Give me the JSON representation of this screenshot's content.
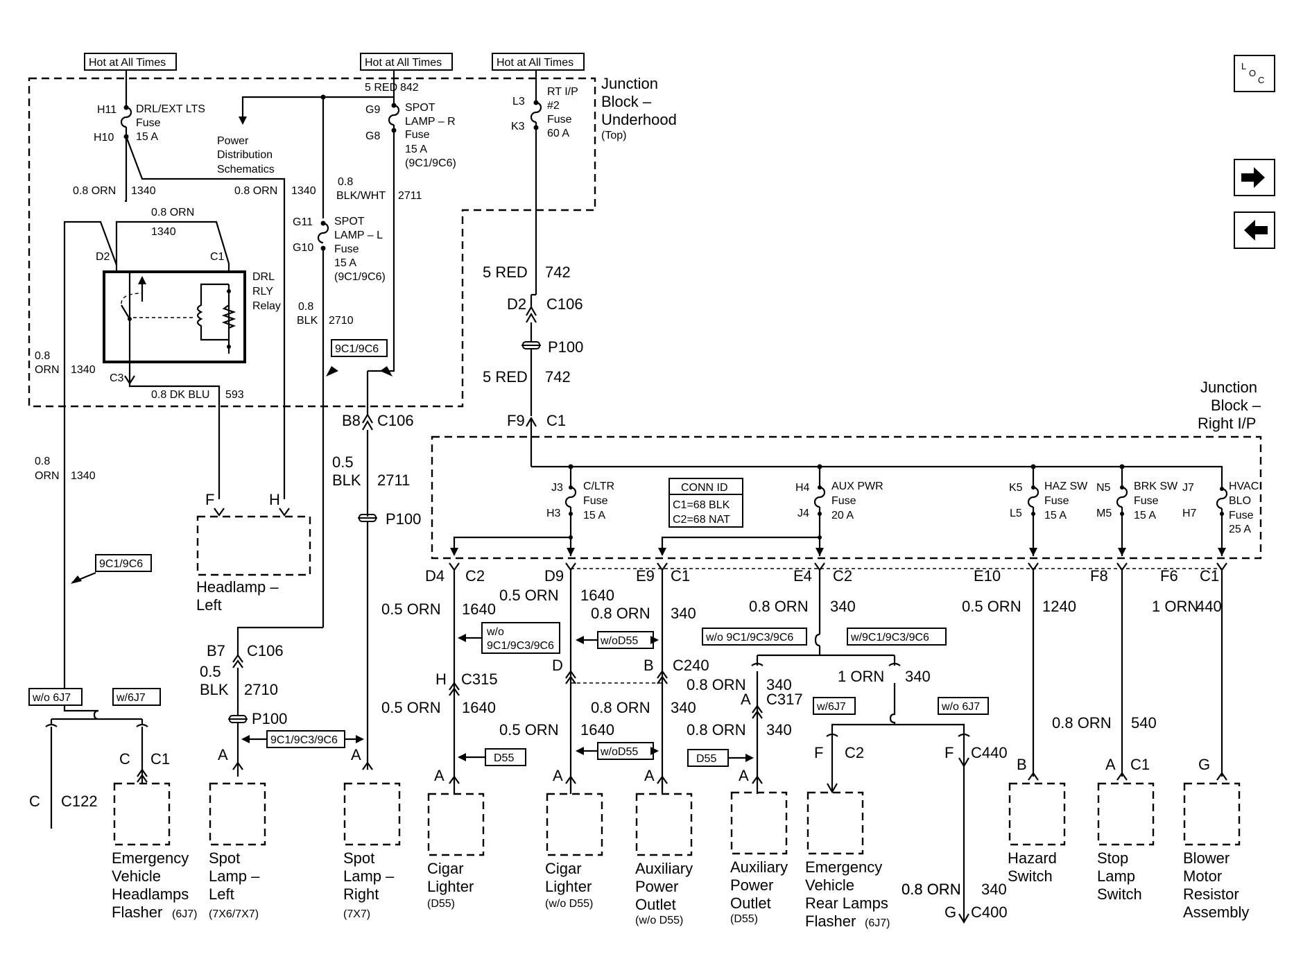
{
  "nav": {
    "loc_top": "L",
    "loc_mid": "O",
    "loc_bot": "C",
    "next_icon": "right-arrow-icon",
    "prev_icon": "left-arrow-icon"
  },
  "hot_labels": [
    "Hot at All Times",
    "Hot at All Times",
    "Hot at All Times"
  ],
  "junction_underhood": {
    "line1": "Junction",
    "line2": "Block –",
    "line3": "Underhood",
    "line4": "(Top)"
  },
  "junction_rightip": {
    "line1": "Junction",
    "line2": "Block –",
    "line3": "Right I/P"
  },
  "fuses_top": {
    "drl": {
      "pin_top": "H11",
      "pin_bot": "H10",
      "name": "DRL/EXT LTS",
      "type": "Fuse",
      "rating": "15 A"
    },
    "power_dist": {
      "line1": "Power",
      "line2": "Distribution",
      "line3": "Schematics"
    },
    "spot_r": {
      "wire_gauge": "5 RED",
      "wire_circuit": "842",
      "pin_top": "G9",
      "pin_bot": "G8",
      "line1": "SPOT",
      "line2": "LAMP – R",
      "type": "Fuse",
      "rating": "15 A",
      "option": "(9C1/9C6)"
    },
    "rt_ip": {
      "pin_top": "L3",
      "pin_bot": "K3",
      "line1": "RT I/P",
      "line2": "#2",
      "type": "Fuse",
      "rating": "60 A"
    },
    "spot_l": {
      "pin_top": "G11",
      "pin_bot": "G10",
      "line1": "SPOT",
      "line2": "LAMP – L",
      "type": "Fuse",
      "rating": "15 A",
      "option": "(9C1/9C6)"
    }
  },
  "wires_top": {
    "orn_left_gauge": "0.8 ORN",
    "orn_left_circuit": "1340",
    "orn_right_gauge": "0.8 ORN",
    "orn_right_circuit": "1340",
    "blkwht_gauge": "0.8",
    "blkwht_color": "BLK/WHT",
    "blkwht_circuit": "2711",
    "relay_top_gauge": "0.8 ORN",
    "relay_top_circuit": "1340",
    "blk_gauge": "0.8",
    "blk_color": "BLK",
    "blk_circuit": "2710",
    "orn_relay_gauge": "0.8",
    "orn_relay_color": "ORN",
    "orn_relay_circuit": "1340",
    "dkblu_label": "0.8 DK BLU",
    "dkblu_circuit": "593",
    "red_upper_gauge": "5 RED",
    "red_upper_circuit": "742",
    "red_lower_gauge": "5 RED",
    "red_lower_circuit": "742"
  },
  "relay": {
    "pin_d2": "D2",
    "pin_c1": "C1",
    "pin_c3": "C3",
    "line1": "DRL",
    "line2": "RLY",
    "line3": "Relay"
  },
  "option_boxes": {
    "relay_opt": "9C1/9C6",
    "left_opt": "9C1/9C6",
    "spot_opt": "9C1/9C3/9C6",
    "wo6j7": "w/o 6J7",
    "w6j7": "w/6J7",
    "wo9c_a": "w/o",
    "wo9c_b": "9C1/9C3/9C6",
    "wod55_1": "w/oD55",
    "wod55_2": "w/oD55",
    "d55_1": "D55",
    "d55_2": "D55",
    "wo9c_aux": "w/o 9C1/9C3/9C6",
    "w9c_aux": "w/9C1/9C3/9C6",
    "w6j7_r": "w/6J7",
    "wo6j7_r": "w/o 6J7"
  },
  "conn_id": {
    "title": "CONN ID",
    "c1": "C1=68 BLK",
    "c2": "C2=68 NAT"
  },
  "connectors": {
    "d2_c106": {
      "pin": "D2",
      "conn": "C106"
    },
    "p100_a": "P100",
    "f9_c1": {
      "pin": "F9",
      "conn": "C1"
    },
    "b8_c106": {
      "pin": "B8",
      "conn": "C106"
    },
    "blk2711_gauge": "0.5",
    "blk2711_color": "BLK",
    "blk2711_circuit": "2711",
    "p100_b": "P100",
    "b7_c106": {
      "pin": "B7",
      "conn": "C106"
    },
    "blk2710_gauge": "0.5",
    "blk2710_color": "BLK",
    "blk2710_circuit": "2710",
    "p100_c": "P100",
    "left_orn_gauge": "0.8",
    "left_orn_color": "ORN",
    "left_orn_circuit": "1340",
    "c_c122": {
      "pin": "C",
      "conn": "C122"
    },
    "c_c1": {
      "pin": "C",
      "conn": "C1"
    },
    "spot_l_pin": "A",
    "spot_r_pin": "A",
    "hl_f": "F",
    "hl_h": "H"
  },
  "ip_fuses": {
    "cltr": {
      "pin_top": "J3",
      "pin_bot": "H3",
      "name": "C/LTR",
      "type": "Fuse",
      "rating": "15 A"
    },
    "aux": {
      "pin_top": "H4",
      "pin_bot": "J4",
      "name": "AUX PWR",
      "type": "Fuse",
      "rating": "20 A"
    },
    "haz": {
      "pin_top": "K5",
      "pin_bot": "L5",
      "name": "HAZ SW",
      "type": "Fuse",
      "rating": "15 A"
    },
    "brk": {
      "pin_top": "N5",
      "pin_bot": "M5",
      "name": "BRK SW",
      "type": "Fuse",
      "rating": "15 A"
    },
    "hvac": {
      "pin_top": "J7",
      "pin_bot": "H7",
      "line1": "HVAC",
      "line2": "BLO",
      "type": "Fuse",
      "rating": "25 A"
    }
  },
  "ip_conn": {
    "d4": {
      "pin": "D4",
      "conn": "C2"
    },
    "d9": {
      "pin": "D9"
    },
    "e9": {
      "pin": "E9",
      "conn": "C1"
    },
    "e4": {
      "pin": "E4",
      "conn": "C2"
    },
    "e10": {
      "pin": "E10"
    },
    "f8": {
      "pin": "F8"
    },
    "f6": {
      "pin": "F6",
      "conn": "C1"
    }
  },
  "ip_wires": {
    "w1": {
      "gauge": "0.5 ORN",
      "circuit": "1640"
    },
    "w2": {
      "gauge": "0.5 ORN",
      "circuit": "1640"
    },
    "w3": {
      "gauge": "0.8 ORN",
      "circuit": "340"
    },
    "w4": {
      "gauge": "0.8 ORN",
      "circuit": "340"
    },
    "w5": {
      "gauge": "0.5 ORN",
      "circuit": "1240"
    },
    "w6": {
      "gauge": "1 ORN",
      "circuit": "440"
    },
    "w7": {
      "gauge": "0.5 ORN",
      "circuit": "1640"
    },
    "w8": {
      "gauge": "0.8 ORN",
      "circuit": "340"
    },
    "w9": {
      "gauge": "1 ORN",
      "circuit": "340"
    },
    "w10": {
      "gauge": "0.5 ORN",
      "circuit": "1640"
    },
    "w11": {
      "gauge": "0.8 ORN",
      "circuit": "340"
    },
    "w12": {
      "gauge": "0.8 ORN",
      "circuit": "340"
    },
    "w13": {
      "gauge": "0.8 ORN",
      "circuit": "340"
    },
    "w14": {
      "gauge": "0.8 ORN",
      "circuit": "540"
    },
    "w15": {
      "gauge": "0.8 ORN",
      "circuit": "340"
    }
  },
  "lower_conn": {
    "h_c315": {
      "pin": "H",
      "conn": "C315"
    },
    "d_c240": {
      "pin": "D"
    },
    "b_c240": {
      "pin": "B",
      "conn": "C240"
    },
    "a_c317": {
      "pin": "A",
      "conn": "C317"
    },
    "f_c2": {
      "pin": "F",
      "conn": "C2"
    },
    "f_c440": {
      "pin": "F",
      "conn": "C440"
    },
    "g_c400": {
      "pin": "G",
      "conn": "C400"
    },
    "a_c1": {
      "pin": "A",
      "conn": "C1"
    },
    "pin_a1": "A",
    "pin_a2": "A",
    "pin_a3": "A",
    "pin_a4": "A",
    "pin_b": "B",
    "pin_g": "G"
  },
  "components": {
    "headlamp": {
      "line1": "Headlamp –",
      "line2": "Left"
    },
    "ev_flasher": {
      "line1": "Emergency",
      "line2": "Vehicle",
      "line3": "Headlamps",
      "line4": "Flasher",
      "opt": "(6J7)"
    },
    "spot_left": {
      "line1": "Spot",
      "line2": "Lamp –",
      "line3": "Left",
      "opt": "(7X6/7X7)"
    },
    "spot_right": {
      "line1": "Spot",
      "line2": "Lamp –",
      "line3": "Right",
      "opt": "(7X7)"
    },
    "cig_d55": {
      "line1": "Cigar",
      "line2": "Lighter",
      "opt": "(D55)"
    },
    "cig_wo": {
      "line1": "Cigar",
      "line2": "Lighter",
      "opt": "(w/o D55)"
    },
    "aux_wo": {
      "line1": "Auxiliary",
      "line2": "Power",
      "line3": "Outlet",
      "opt": "(w/o D55)"
    },
    "aux_d55": {
      "line1": "Auxiliary",
      "line2": "Power",
      "line3": "Outlet",
      "opt": "(D55)"
    },
    "ev_rear": {
      "line1": "Emergency",
      "line2": "Vehicle",
      "line3": "Rear Lamps",
      "line4": "Flasher",
      "opt": "(6J7)"
    },
    "hazard": {
      "line1": "Hazard",
      "line2": "Switch"
    },
    "stop": {
      "line1": "Stop",
      "line2": "Lamp",
      "line3": "Switch"
    },
    "blower": {
      "line1": "Blower",
      "line2": "Motor",
      "line3": "Resistor",
      "line4": "Assembly"
    }
  }
}
